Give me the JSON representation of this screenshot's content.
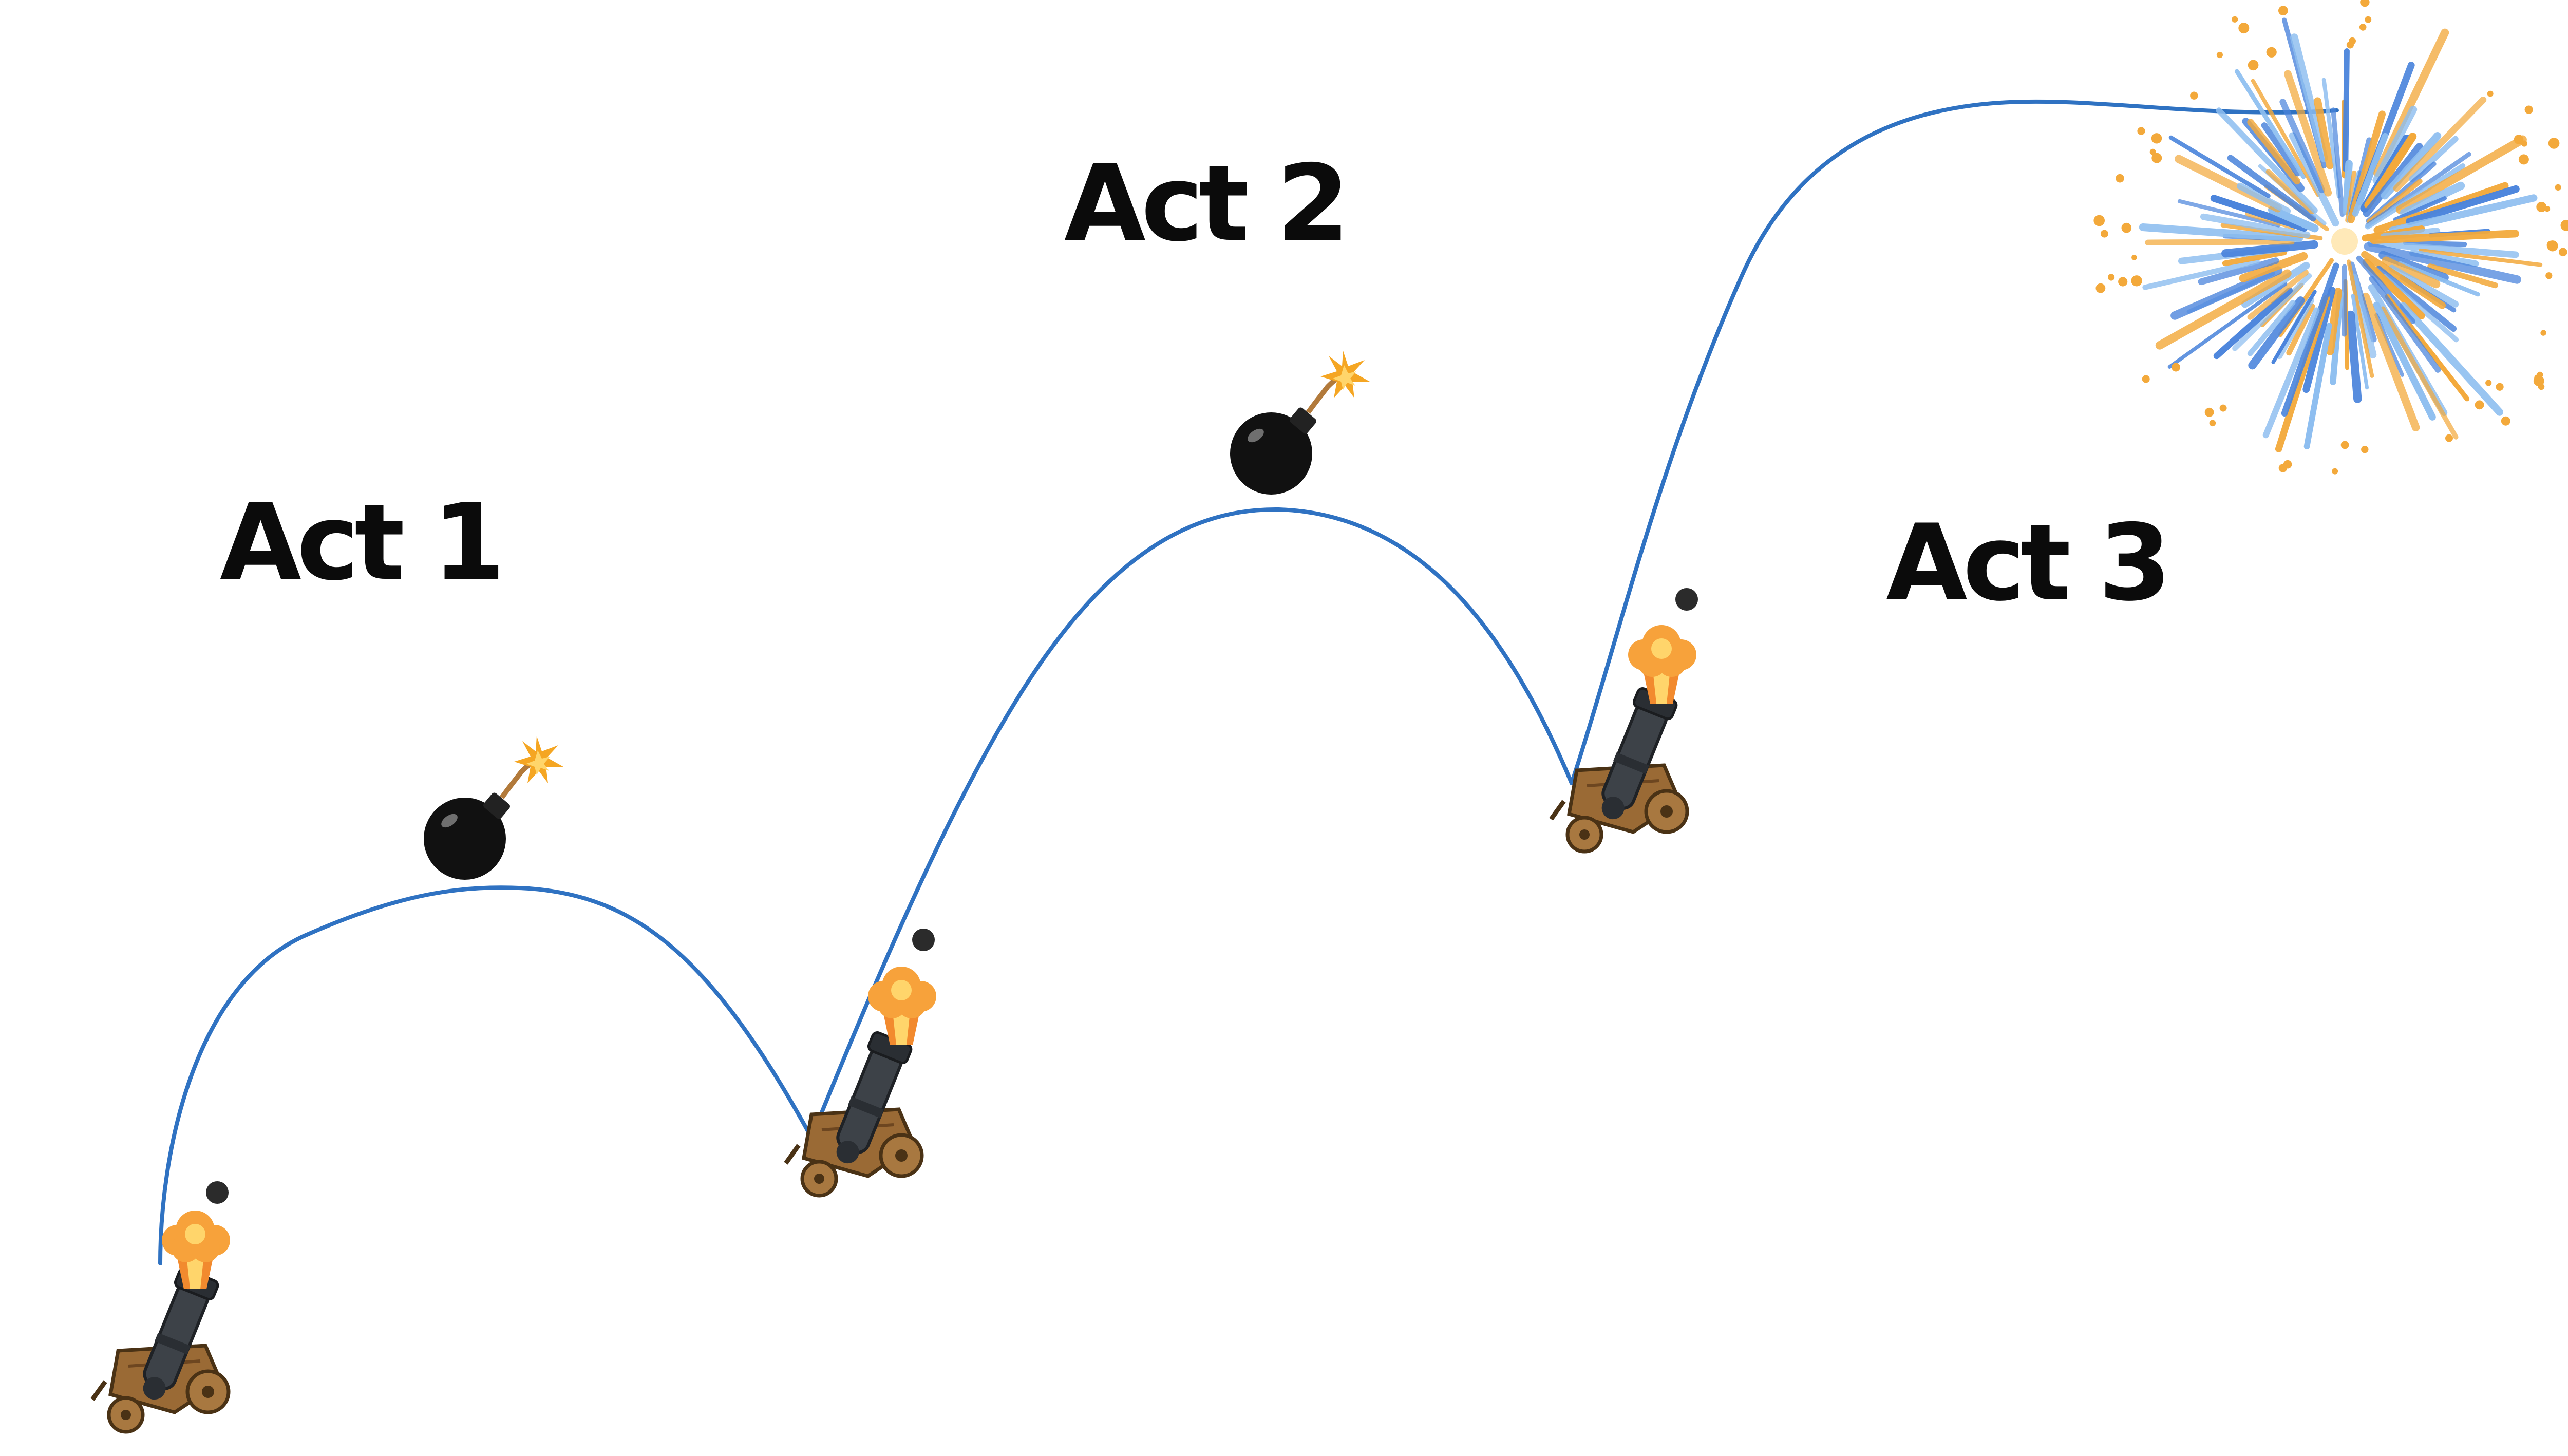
{
  "acts": [
    {
      "label": "Act 1"
    },
    {
      "label": "Act 2"
    },
    {
      "label": "Act 3"
    }
  ],
  "colors": {
    "background": "#ffffff",
    "label_text": "#0b0b0b",
    "trajectory_line": "#2f72c2",
    "bomb": "#111111",
    "cannonball": "#2b2b2b",
    "cannon_barrel": "#3d4248",
    "cannon_carriage": "#9a6a35",
    "muzzle_flash": "#f5a623",
    "firework_blue": "#4a84dc",
    "firework_light_blue": "#8dbef0",
    "firework_orange": "#f3a93b"
  },
  "icons": [
    "cannon-icon",
    "cannonball-icon",
    "bomb-icon",
    "muzzle-flash-icon",
    "fireworks-icon"
  ]
}
